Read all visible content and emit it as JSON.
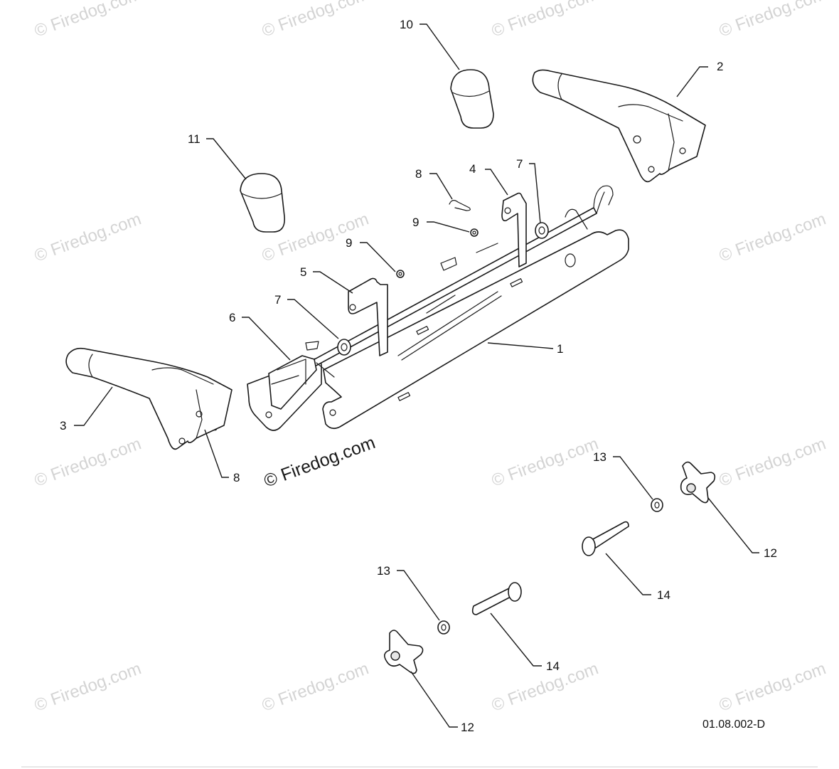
{
  "watermark": {
    "light_text": "© Firedog.com",
    "dark_text": "© Firedog.com"
  },
  "drawing_code": "01.08.002-D",
  "callouts": [
    "1",
    "2",
    "3",
    "4",
    "5",
    "6",
    "7",
    "7",
    "8",
    "8",
    "9",
    "9",
    "10",
    "11",
    "12",
    "12",
    "13",
    "13",
    "14",
    "14"
  ]
}
